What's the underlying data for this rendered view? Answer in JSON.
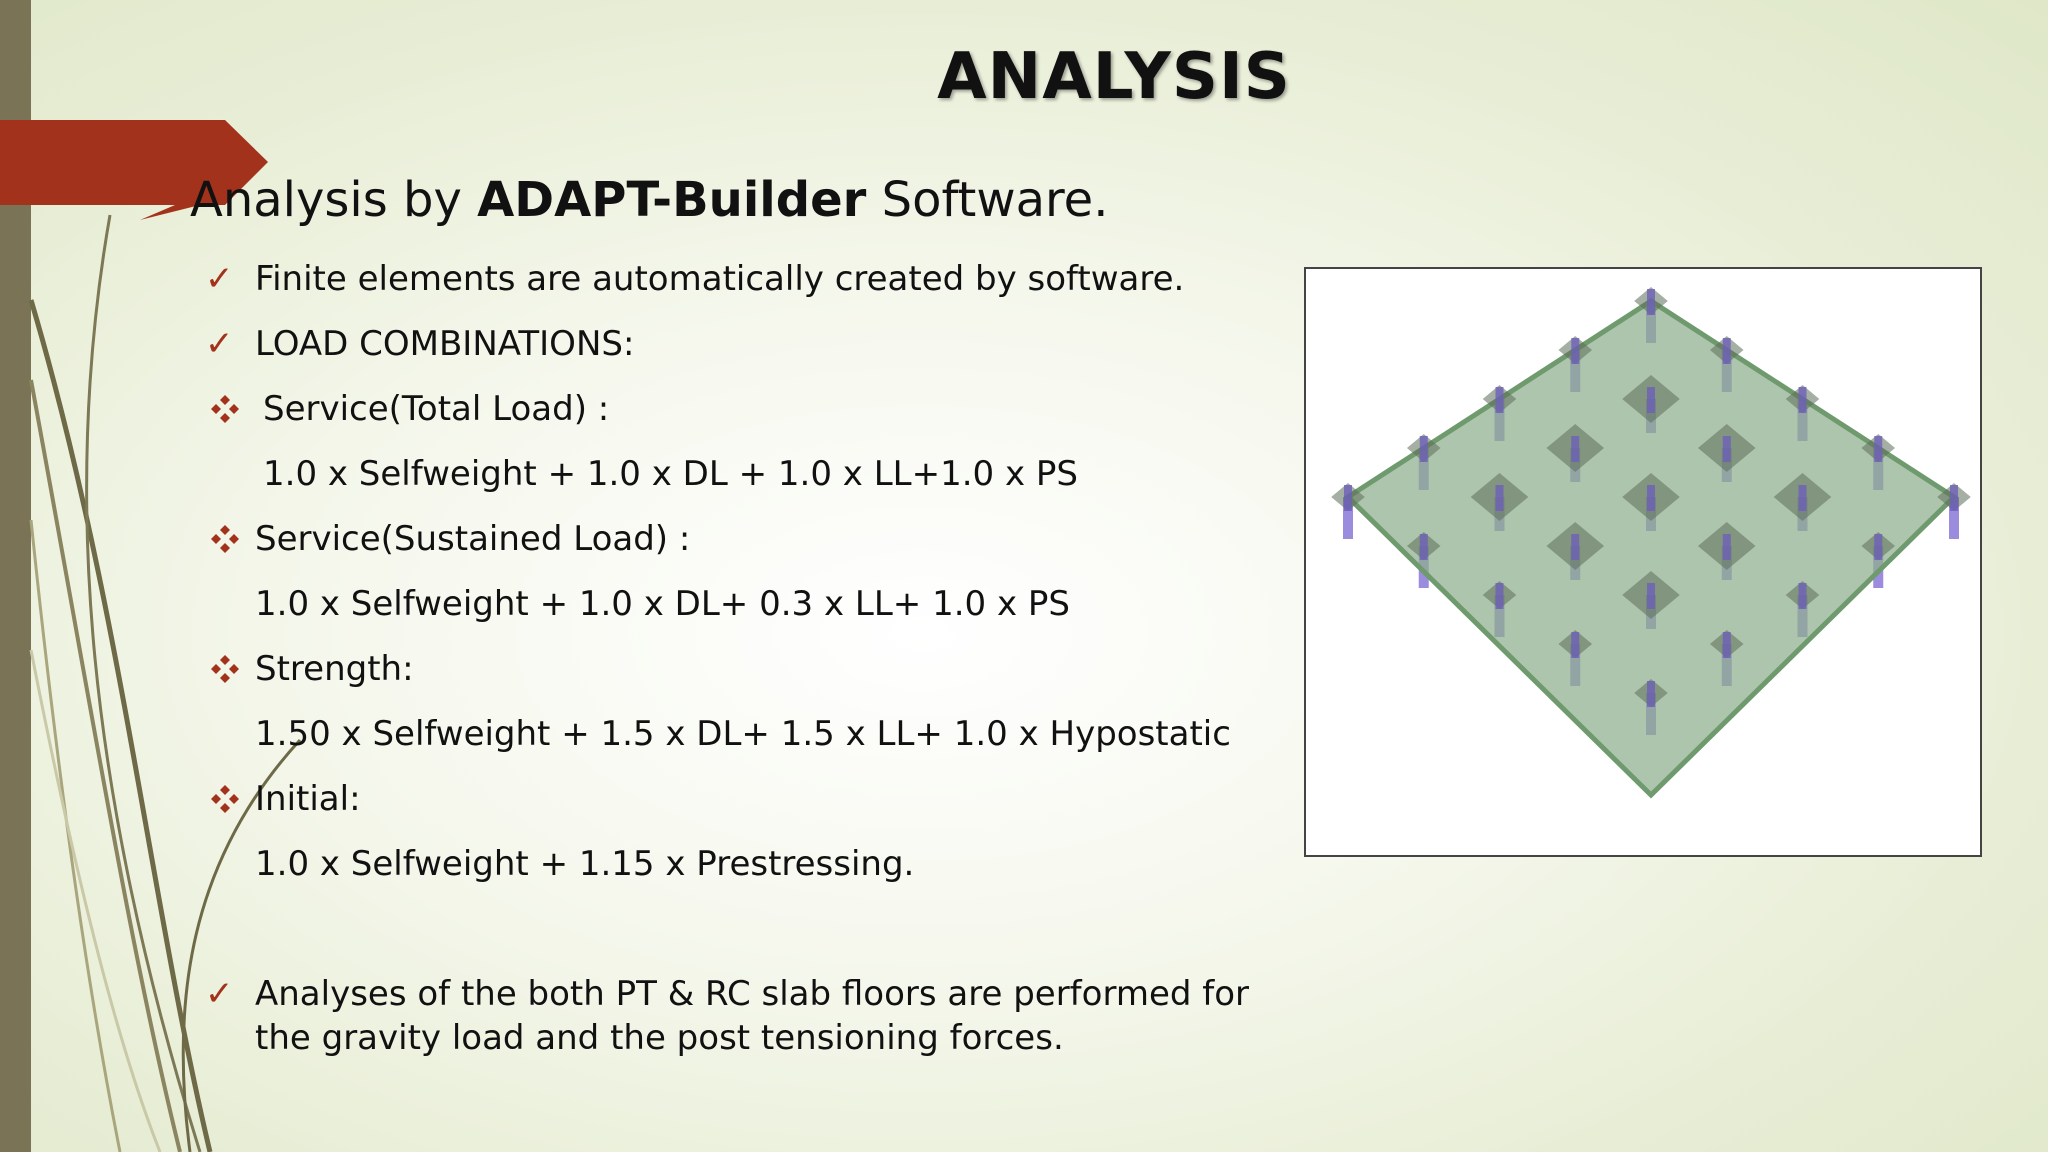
{
  "slide": {
    "title": "ANALYSIS",
    "heading": {
      "prefix": "Analysis by ",
      "bold": "ADAPT-Builder",
      "suffix": " Software."
    },
    "items": [
      {
        "marker": "check",
        "text": "Finite elements are automatically created by software."
      },
      {
        "marker": "check",
        "text": "LOAD COMBINATIONS:"
      },
      {
        "marker": "diamond",
        "text": " Service(Total Load) :"
      },
      {
        "marker": "none",
        "text": "1.0 x Selfweight + 1.0 x DL +  1.0 x LL+1.0 x PS"
      },
      {
        "marker": "diamond",
        "text": "Service(Sustained Load) :"
      },
      {
        "marker": "none",
        "text": "1.0 x Selfweight +  1.0 x DL+  0.3 x LL+  1.0 x PS"
      },
      {
        "marker": "diamond",
        "text": "Strength:"
      },
      {
        "marker": "none",
        "text": "1.50 x Selfweight +  1.5 x DL+  1.5 x LL+  1.0 x Hypostatic"
      },
      {
        "marker": "diamond",
        "text": "Initial:"
      },
      {
        "marker": "none",
        "text": "1.0 x Selfweight +  1.15 x Prestressing."
      },
      {
        "marker": "check",
        "text": "Analyses of the both PT & RC slab floors are performed for"
      },
      {
        "marker": "none",
        "text": "the gravity load and the post tensioning forces."
      }
    ]
  },
  "colors": {
    "accent": "#a3321c",
    "sidebar": "#7b7356",
    "slab": "#8fae8e",
    "column": "#8a78d8"
  },
  "icons": {
    "bullet_check": "check-icon",
    "bullet_diamond": "four-diamond-icon"
  }
}
